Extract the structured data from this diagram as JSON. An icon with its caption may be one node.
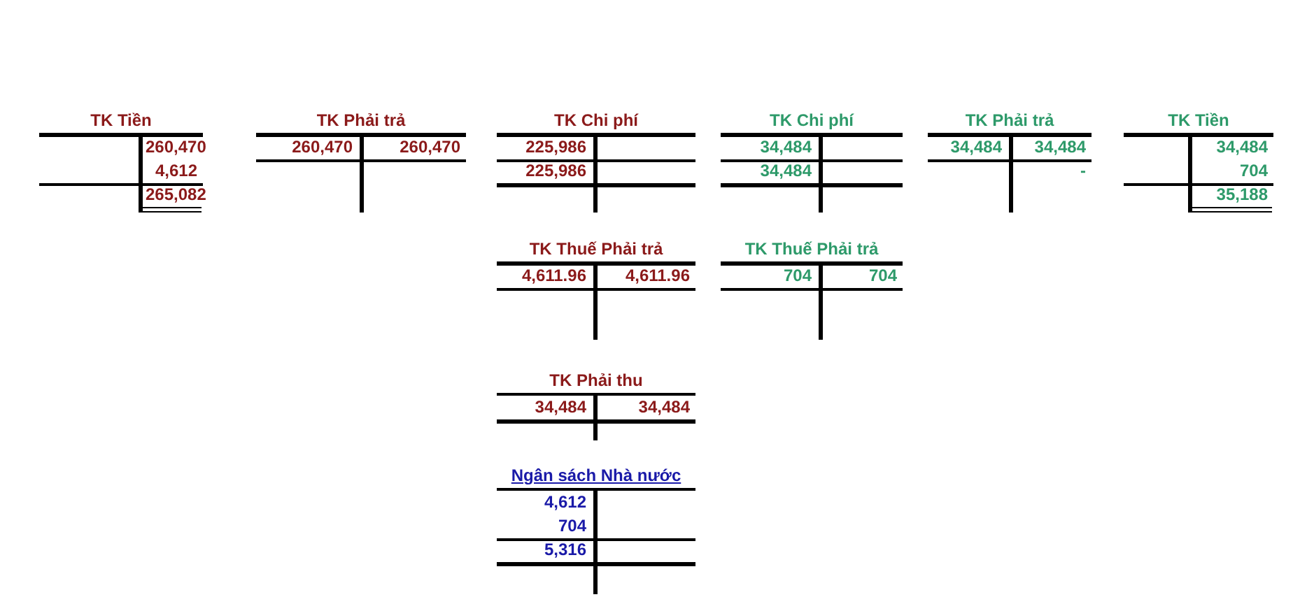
{
  "diagram": {
    "nodes": [
      {
        "text": [
          "TK Tiền",
          "260,470",
          "4,612",
          "265,082"
        ]
      },
      {
        "text": [
          "TK Phải trả",
          "260,470",
          "260,470"
        ]
      },
      {
        "text": [
          "TK Chi phí",
          "225,986",
          "225,986"
        ]
      },
      {
        "text": [
          "TK Chi phí",
          "34,484",
          "34,484"
        ]
      },
      {
        "text": [
          "TK Phải trả",
          "34,484",
          "34,484",
          "-"
        ]
      },
      {
        "text": [
          "TK Tiền",
          "34,484",
          "704",
          "35,188"
        ]
      },
      {
        "text": [
          "TK Thuế Phải trả",
          "4,611.96",
          "4,611.96"
        ]
      },
      {
        "text": [
          "TK Thuế Phải trả",
          "704",
          "704"
        ]
      },
      {
        "text": [
          "TK Phải thu",
          "34,484",
          "34,484"
        ]
      },
      {
        "text": [
          "Ngân sách Nhà nước",
          "4,612",
          "704",
          "5,316"
        ]
      }
    ]
  }
}
